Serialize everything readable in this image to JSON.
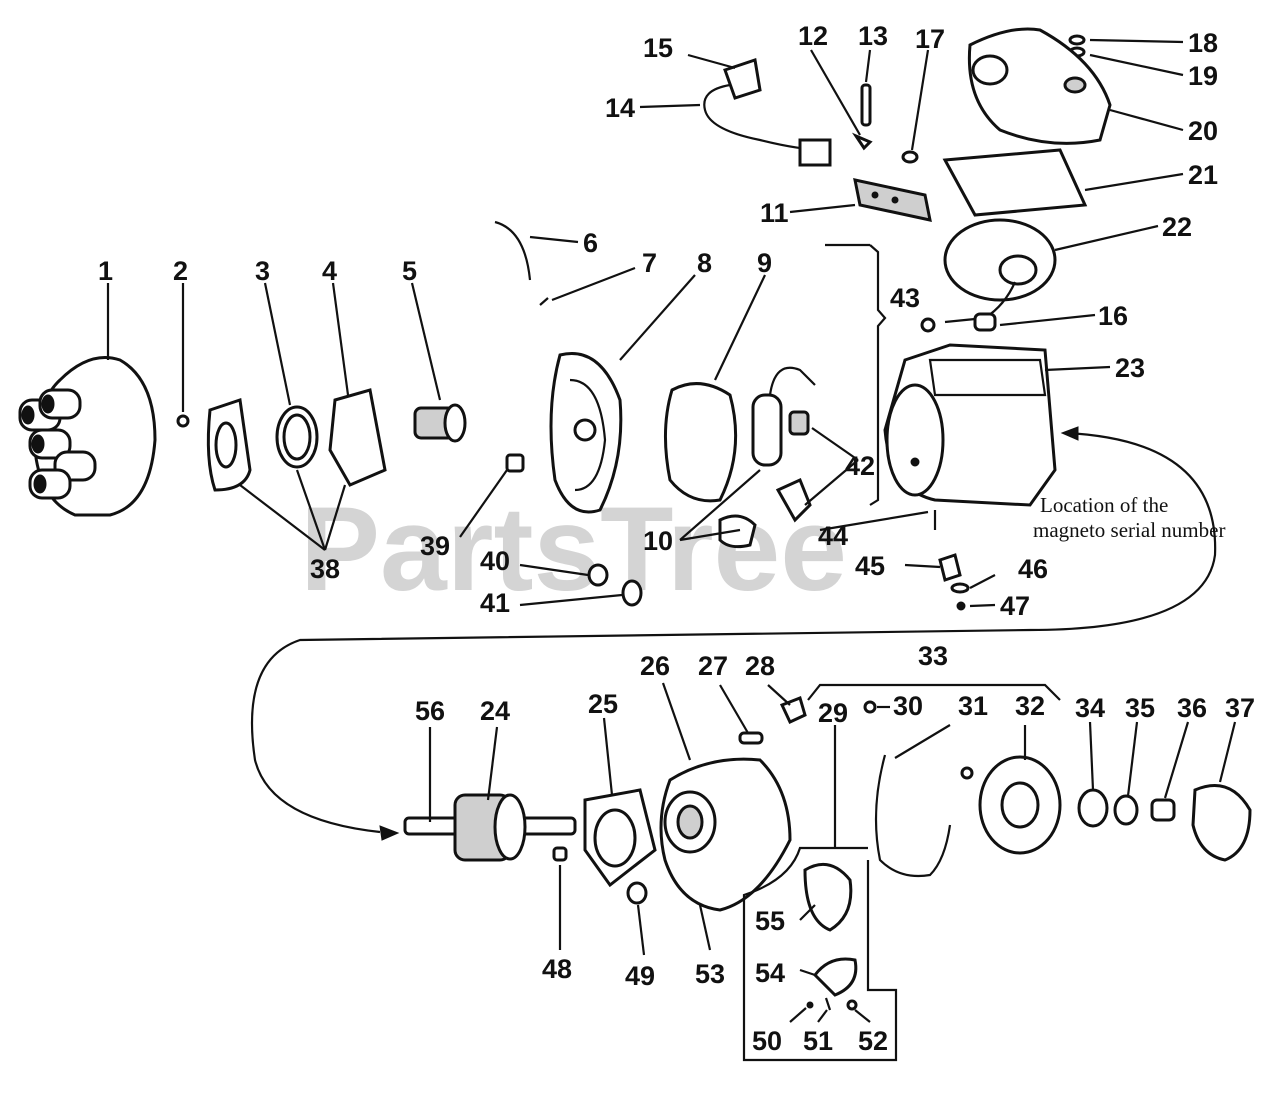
{
  "watermark": "PartsTree",
  "serial_note": {
    "line1": "Location of the",
    "line2": "magneto serial number"
  },
  "callouts": [
    "1",
    "2",
    "3",
    "4",
    "5",
    "6",
    "7",
    "8",
    "9",
    "10",
    "11",
    "12",
    "13",
    "14",
    "15",
    "16",
    "17",
    "18",
    "19",
    "20",
    "21",
    "22",
    "23",
    "24",
    "25",
    "26",
    "27",
    "28",
    "29",
    "30",
    "31",
    "32",
    "33",
    "34",
    "35",
    "36",
    "37",
    "38",
    "39",
    "40",
    "41",
    "42",
    "43",
    "44",
    "45",
    "46",
    "47",
    "48",
    "49",
    "50",
    "51",
    "52",
    "53",
    "54",
    "55",
    "56"
  ]
}
